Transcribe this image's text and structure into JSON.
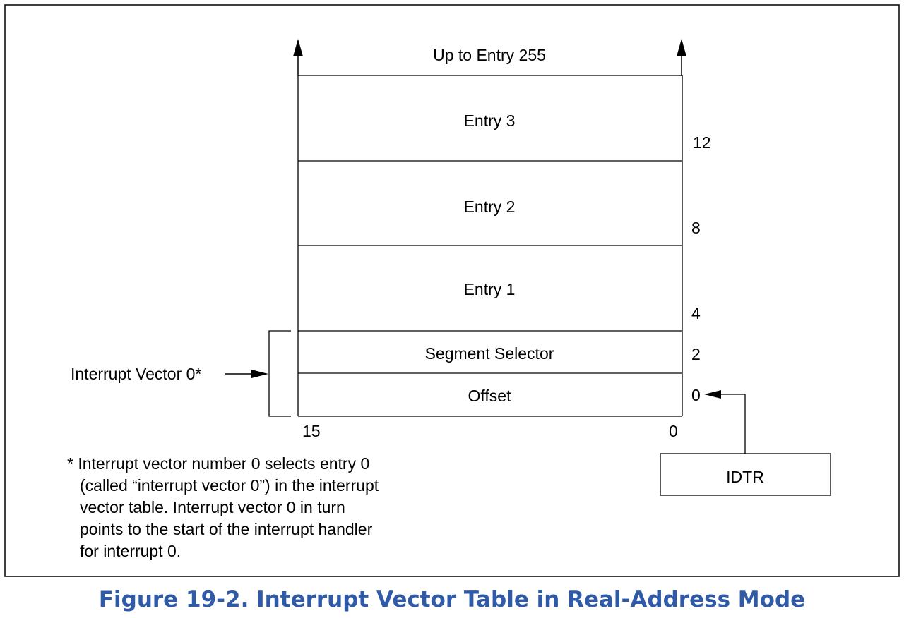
{
  "table": {
    "top_label": "Up to Entry 255",
    "rows": [
      {
        "label": "Entry 3"
      },
      {
        "label": "Entry 2"
      },
      {
        "label": "Entry 1"
      },
      {
        "label": "Segment Selector"
      },
      {
        "label": "Offset"
      }
    ],
    "offsets": [
      "12",
      "8",
      "4",
      "2",
      "0"
    ],
    "bit_high": "15",
    "bit_low": "0"
  },
  "vector_label": "Interrupt Vector 0*",
  "idtr_label": "IDTR",
  "footnote": [
    "* Interrupt vector number 0 selects entry 0",
    "(called “interrupt vector 0”) in the interrupt",
    "vector table. Interrupt vector 0 in turn",
    "points to the start of the interrupt handler",
    "for interrupt 0."
  ],
  "caption": "Figure 19-2.  Interrupt Vector Table in Real-Address Mode"
}
